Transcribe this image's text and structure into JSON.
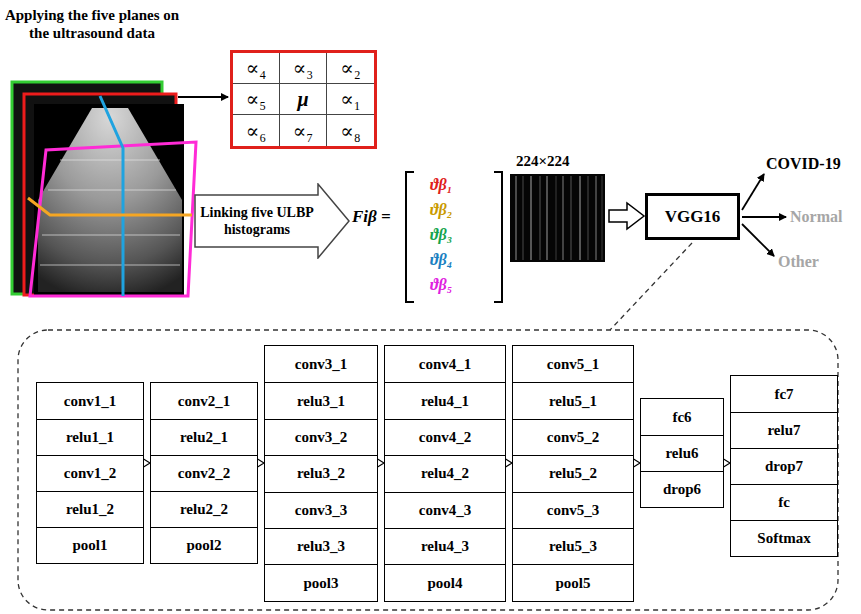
{
  "diagram": {
    "nodes": [
      {
        "text": [
          "∝₄",
          "∝₃",
          "∝₂",
          "∝₅",
          "μ",
          "∝₁",
          "∝₆",
          "∝₇",
          "∝₈"
        ]
      },
      {
        "text": [
          "Linking five ULBP histograms"
        ]
      },
      {
        "text": [
          "VGG16"
        ]
      },
      {
        "text": [
          "conv1_1",
          "relu1_1",
          "conv1_2",
          "relu1_2",
          "pool1"
        ]
      },
      {
        "text": [
          "conv2_1",
          "relu2_1",
          "conv2_2",
          "relu2_2",
          "pool2"
        ]
      },
      {
        "text": [
          "conv3_1",
          "relu3_1",
          "conv3_2",
          "relu3_2",
          "conv3_3",
          "relu3_3",
          "pool3"
        ]
      },
      {
        "text": [
          "conv4_1",
          "relu4_1",
          "conv4_2",
          "relu4_2",
          "conv4_3",
          "relu4_3",
          "pool4"
        ]
      },
      {
        "text": [
          "conv5_1",
          "relu5_1",
          "conv5_2",
          "relu5_2",
          "conv5_3",
          "relu5_3",
          "pool5"
        ]
      },
      {
        "text": [
          "fc6",
          "relu6",
          "drop6"
        ]
      },
      {
        "text": [
          "fc7",
          "relu7",
          "drop7",
          "fc",
          "Softmax"
        ]
      }
    ],
    "edges": [
      {
        "from": 3,
        "to": 4,
        "arrow": "to"
      },
      {
        "from": 4,
        "to": 5,
        "arrow": "to"
      },
      {
        "from": 5,
        "to": 6,
        "arrow": "to"
      },
      {
        "from": 6,
        "to": 7,
        "arrow": "to"
      },
      {
        "from": 7,
        "to": 8,
        "arrow": "to"
      },
      {
        "from": 8,
        "to": 9,
        "arrow": "to"
      }
    ],
    "labels": [
      "Applying the five planes on the ultrasound data",
      "Fiβ =",
      "ϑβ₁",
      "ϑβ₂",
      "ϑβ₃",
      "ϑβ₄",
      "ϑβ₅",
      "224×224",
      "COVID-19",
      "Normal",
      "Other"
    ]
  }
}
